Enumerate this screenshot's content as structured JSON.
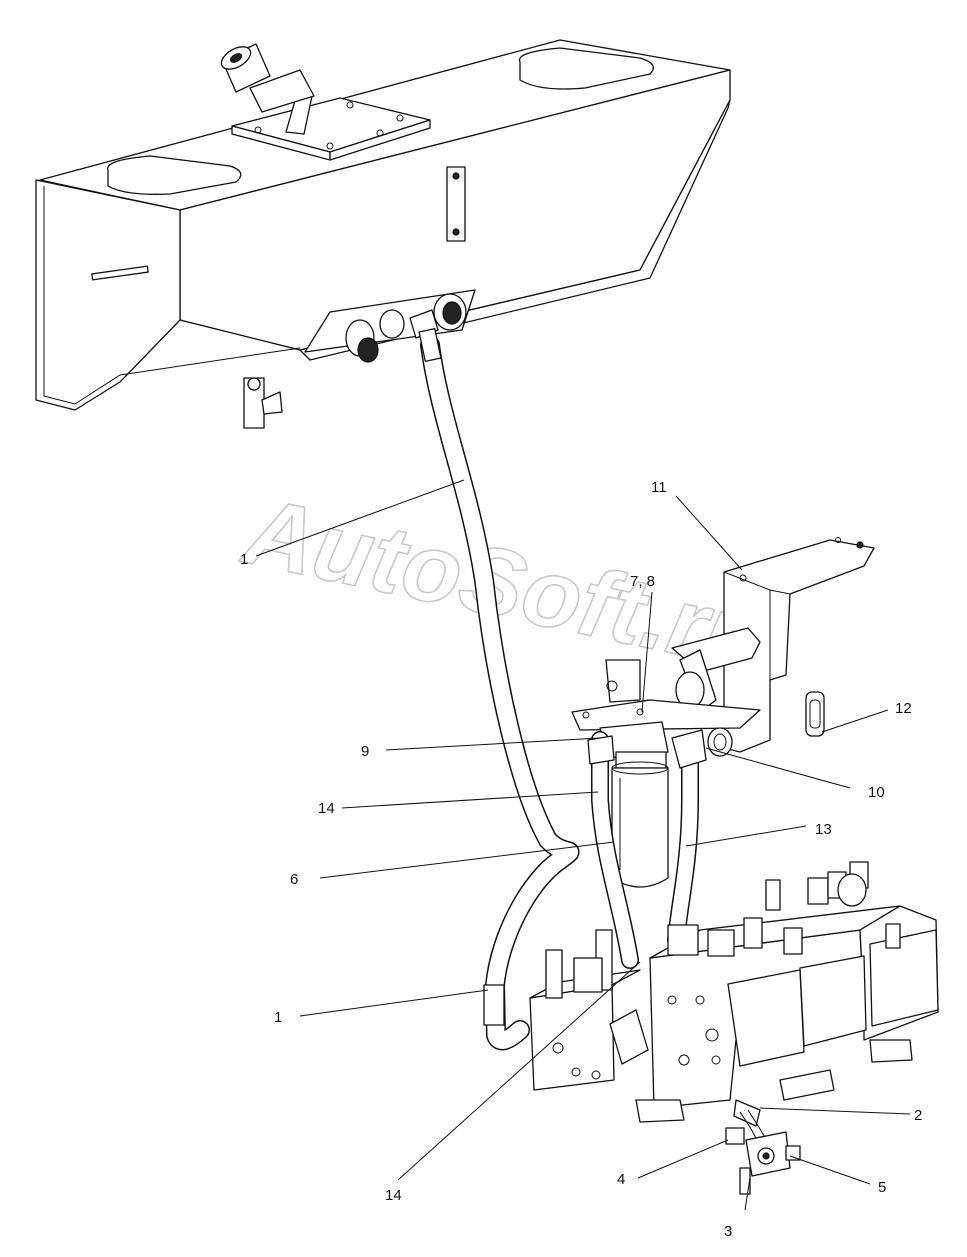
{
  "watermark": "AutoSoft.ru",
  "callouts": [
    {
      "id": "c1a",
      "text": "1"
    },
    {
      "id": "c1b",
      "text": "1"
    },
    {
      "id": "c2",
      "text": "2"
    },
    {
      "id": "c3",
      "text": "3"
    },
    {
      "id": "c4",
      "text": "4"
    },
    {
      "id": "c5",
      "text": "5"
    },
    {
      "id": "c6",
      "text": "6"
    },
    {
      "id": "c78",
      "text": "7, 8"
    },
    {
      "id": "c9",
      "text": "9"
    },
    {
      "id": "c10",
      "text": "10"
    },
    {
      "id": "c11",
      "text": "11"
    },
    {
      "id": "c12",
      "text": "12"
    },
    {
      "id": "c13",
      "text": "13"
    },
    {
      "id": "c14a",
      "text": "14"
    },
    {
      "id": "c14b",
      "text": "14"
    }
  ]
}
